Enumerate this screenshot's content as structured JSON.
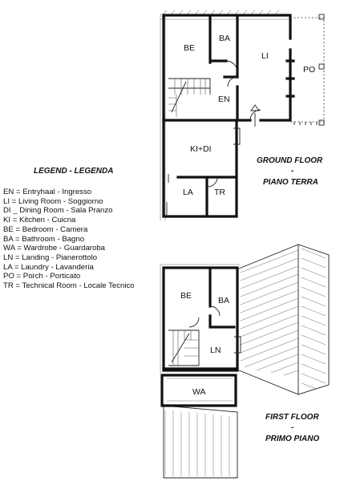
{
  "legend": {
    "title": "LEGEND - LEGENDA",
    "items": [
      "EN = Entryhaal - Ingresso",
      "LI = Living Room - Soggiorno",
      "DI _ Dining Room - Sala Pranzo",
      "KI = Kitchen - Cuicna",
      "BE = Bedroom - Camera",
      "BA = Bathroom - Bagno",
      "WA = Wardrobe - Guardaroba",
      "LN = Landing - Pianerottolo",
      "LA = Laundry - Lavanderia",
      "PO = Porch - Porticato",
      "TR = Technical Room - Locale Tecnico"
    ]
  },
  "ground_floor": {
    "title_line1": "GROUND FLOOR",
    "separator": "-",
    "title_line2": "PIANO TERRA",
    "rooms": {
      "be": "BE",
      "ba": "BA",
      "li": "LI",
      "po": "PO",
      "en": "EN",
      "kidi": "KI+DI",
      "la": "LA",
      "tr": "TR"
    }
  },
  "first_floor": {
    "title_line1": "FIRST FLOOR",
    "separator": "-",
    "title_line2": "PRIMO PIANO",
    "rooms": {
      "be": "BE",
      "ba": "BA",
      "ln": "LN",
      "wa": "WA"
    }
  }
}
